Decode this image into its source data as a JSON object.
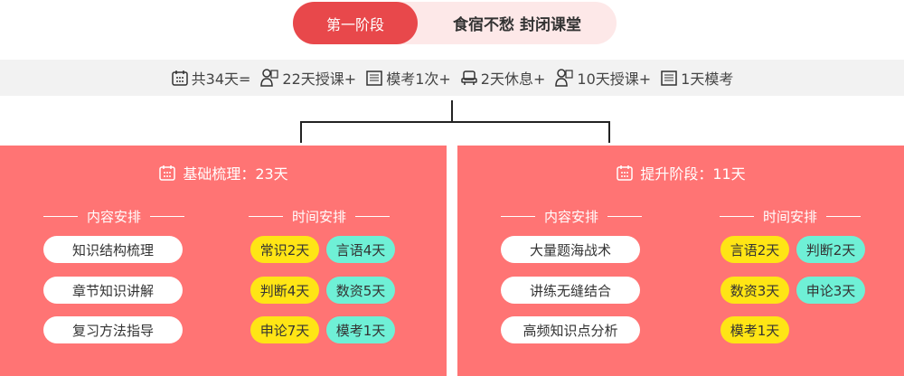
{
  "stage": {
    "active_label": "第一阶段",
    "description": "食宿不愁 封闭课堂"
  },
  "summary": {
    "items": [
      {
        "icon": "calendar-icon",
        "text": "共34天="
      },
      {
        "icon": "teacher-icon",
        "text": "22天授课+"
      },
      {
        "icon": "exam-sheet-icon",
        "text": "模考1次+"
      },
      {
        "icon": "rest-chair-icon",
        "text": "2天休息+"
      },
      {
        "icon": "teacher-icon",
        "text": "10天授课+"
      },
      {
        "icon": "exam-sheet-icon",
        "text": "1天模考"
      }
    ]
  },
  "left_panel": {
    "title": "基础梳理：23天",
    "content_heading": "内容安排",
    "schedule_heading": "时间安排",
    "content_items": [
      "知识结构梳理",
      "章节知识讲解",
      "复习方法指导"
    ],
    "schedule_items": [
      {
        "text": "常识2天",
        "color": "#ffe515"
      },
      {
        "text": "言语4天",
        "color": "#6ff0d6"
      },
      {
        "text": "判断4天",
        "color": "#ffe515"
      },
      {
        "text": "数资5天",
        "color": "#6ff0d6"
      },
      {
        "text": "申论7天",
        "color": "#ffe515"
      },
      {
        "text": "模考1天",
        "color": "#6ff0d6"
      }
    ]
  },
  "right_panel": {
    "title": "提升阶段：11天",
    "content_heading": "内容安排",
    "schedule_heading": "时间安排",
    "content_items": [
      "大量题海战术",
      "讲练无缝结合",
      "高频知识点分析"
    ],
    "schedule_items": [
      {
        "text": "言语2天",
        "color": "#ffe515"
      },
      {
        "text": "判断2天",
        "color": "#6ff0d6"
      },
      {
        "text": "数资3天",
        "color": "#ffe515"
      },
      {
        "text": "申论3天",
        "color": "#6ff0d6"
      },
      {
        "text": "模考1天",
        "color": "#ffe515"
      }
    ]
  },
  "colors": {
    "accent": "#e8484b",
    "panel": "#ff7474",
    "yellow": "#ffe515",
    "teal": "#6ff0d6"
  }
}
